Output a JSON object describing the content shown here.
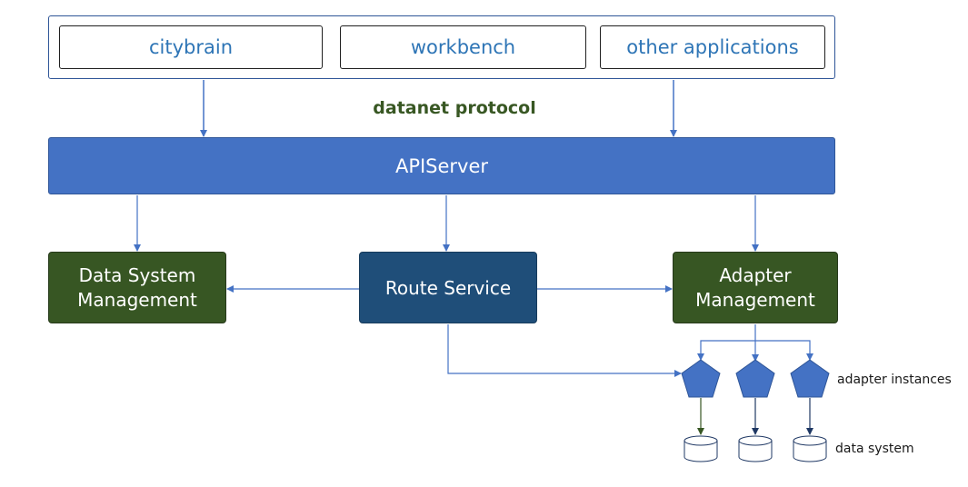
{
  "applications": {
    "items": [
      {
        "label": "citybrain"
      },
      {
        "label": "workbench"
      },
      {
        "label": "other applications"
      }
    ]
  },
  "protocol_label": "datanet protocol",
  "apiserver_label": "APIServer",
  "data_system_management_label": "Data System Management",
  "route_service_label": "Route Service",
  "adapter_management_label": "Adapter Management",
  "adapter_instances_label": "adapter instances",
  "data_system_label": "data system",
  "colors": {
    "app_text": "#2e75b6",
    "apiserver": "#4472c4",
    "green_box": "#375623",
    "route_box": "#1f4e79",
    "protocol_text": "#385723",
    "arrow": "#4472c4"
  }
}
